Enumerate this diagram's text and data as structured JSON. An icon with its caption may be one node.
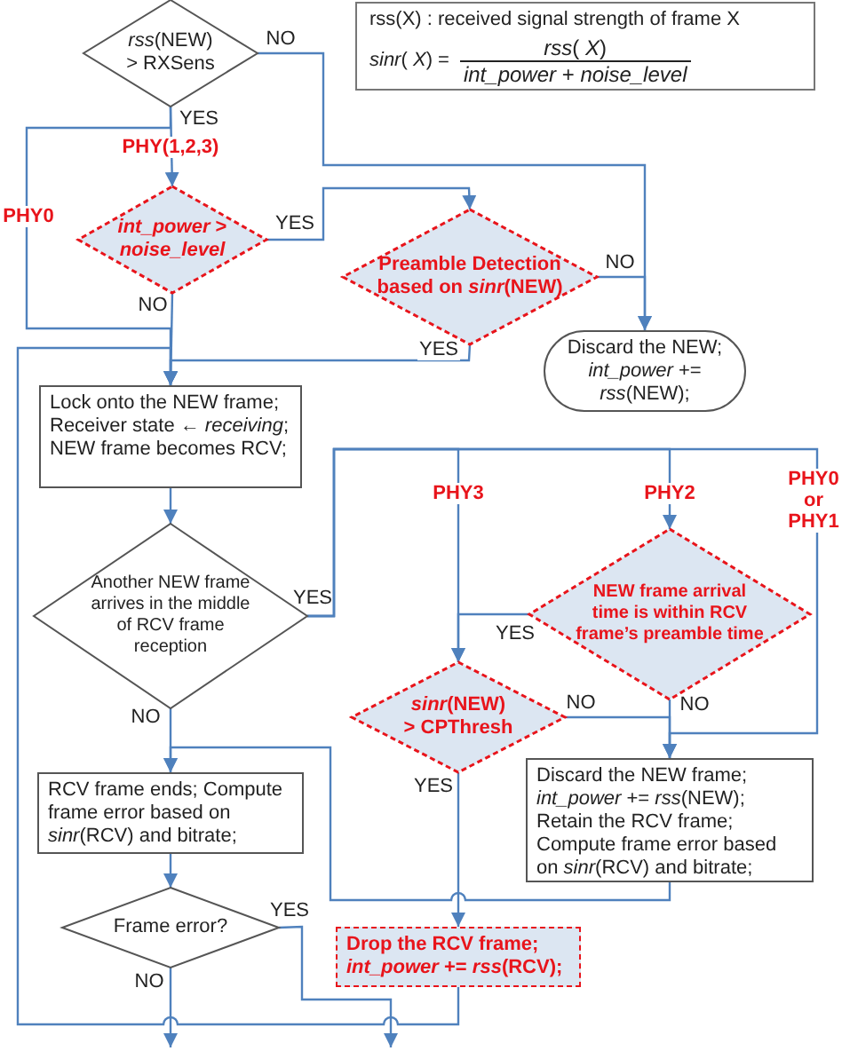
{
  "diagram": {
    "nodes": [
      {
        "text": [
          "*rss*(NEW) > RXSens"
        ]
      },
      {
        "text": [
          "rss(X) : received signal strength of frame X",
          "*sinr*( *X*) =",
          "*rss*( *X*)",
          "*int_power* + *noise_level*"
        ]
      },
      {
        "text": [
          "*int_power* > *noise_level*"
        ]
      },
      {
        "text": [
          "Preamble Detection based on *sinr*(NEW)"
        ]
      },
      {
        "text": [
          "Discard the NEW; *int_power* += *rss*(NEW);"
        ]
      },
      {
        "text": [
          "Lock onto the NEW frame; Receiver state ← *receiving*; NEW frame becomes RCV;"
        ]
      },
      {
        "text": [
          "Another NEW frame arrives in the middle of RCV frame reception"
        ]
      },
      {
        "text": [
          "NEW frame arrival time is within RCV frame’s preamble time"
        ]
      },
      {
        "text": [
          "*sinr*(NEW) > CPThresh"
        ]
      },
      {
        "text": [
          "Discard the NEW frame; *int_power* += *rss*(NEW); Retain the RCV frame; Compute frame error based on *sinr*(RCV) and bitrate;"
        ]
      },
      {
        "text": [
          "RCV frame ends; Compute frame error based on *sinr*(RCV) and bitrate;"
        ]
      },
      {
        "text": [
          "Frame error?"
        ]
      },
      {
        "text": [
          "Drop the RCV frame; *int_power* += *rss*(RCV);"
        ]
      }
    ],
    "edges": [
      {
        "from": 0,
        "to": 2,
        "arrow": "to",
        "label": "PHY(1,2,3)"
      },
      {
        "from": 0,
        "to": 5,
        "arrow": "to",
        "label": "PHY0"
      },
      {
        "from": 0,
        "to": 4,
        "arrow": "to",
        "label": "NO"
      },
      {
        "from": 2,
        "to": 3,
        "arrow": "to",
        "label": "YES"
      },
      {
        "from": 2,
        "to": 5,
        "arrow": "to",
        "label": "NO"
      },
      {
        "from": 3,
        "to": 4,
        "arrow": "to",
        "label": "NO"
      },
      {
        "from": 3,
        "to": 5,
        "arrow": "to",
        "label": "YES"
      },
      {
        "from": 5,
        "to": 6,
        "arrow": "to"
      },
      {
        "from": 6,
        "to": 8,
        "arrow": "to",
        "label": "PHY3"
      },
      {
        "from": 6,
        "to": 7,
        "arrow": "to",
        "label": "PHY2"
      },
      {
        "from": 6,
        "to": 9,
        "arrow": "to",
        "label": "PHY0 or PHY1"
      },
      {
        "from": 7,
        "to": 8,
        "arrow": "to",
        "label": "YES"
      },
      {
        "from": 7,
        "to": 9,
        "arrow": "to",
        "label": "NO"
      },
      {
        "from": 8,
        "to": 9,
        "arrow": "to",
        "label": "NO"
      },
      {
        "from": 8,
        "to": 12,
        "arrow": "to",
        "label": "YES"
      },
      {
        "from": 6,
        "to": 10,
        "arrow": "to",
        "label": "NO"
      },
      {
        "from": 9,
        "to": 10,
        "arrow": "to"
      },
      {
        "from": 10,
        "to": 11,
        "arrow": "to"
      },
      {
        "from": 11,
        "to": null,
        "arrow": "to",
        "label": "YES"
      },
      {
        "from": 11,
        "to": null,
        "arrow": "to",
        "label": "NO"
      },
      {
        "from": 12,
        "to": 5,
        "arrow": "to"
      }
    ],
    "labels": [
      "YES",
      "YES"
    ]
  }
}
